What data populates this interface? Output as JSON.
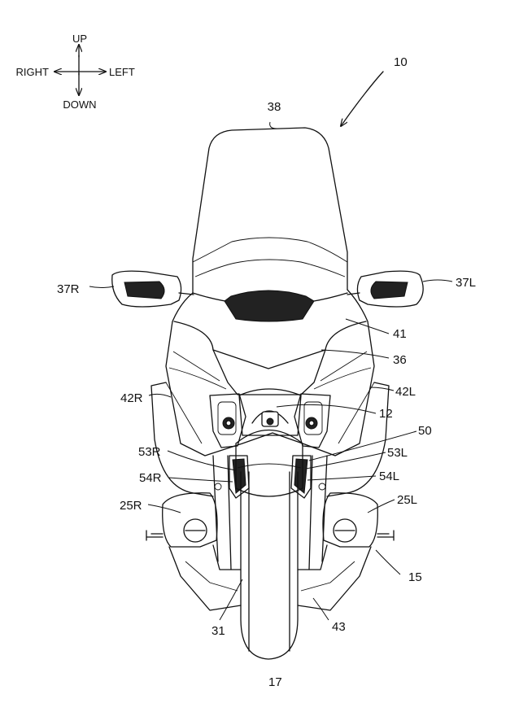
{
  "directions": {
    "up": "UP",
    "down": "DOWN",
    "right": "RIGHT",
    "left": "LEFT"
  },
  "labels": {
    "n10": "10",
    "n38": "38",
    "n37R": "37R",
    "n37L": "37L",
    "n41": "41",
    "n36": "36",
    "n42R": "42R",
    "n42L": "42L",
    "n12": "12",
    "n50": "50",
    "n53R": "53R",
    "n53L": "53L",
    "n54R": "54R",
    "n54L": "54L",
    "n25R": "25R",
    "n25L": "25L",
    "n15": "15",
    "n31": "31",
    "n43": "43",
    "n17": "17"
  }
}
